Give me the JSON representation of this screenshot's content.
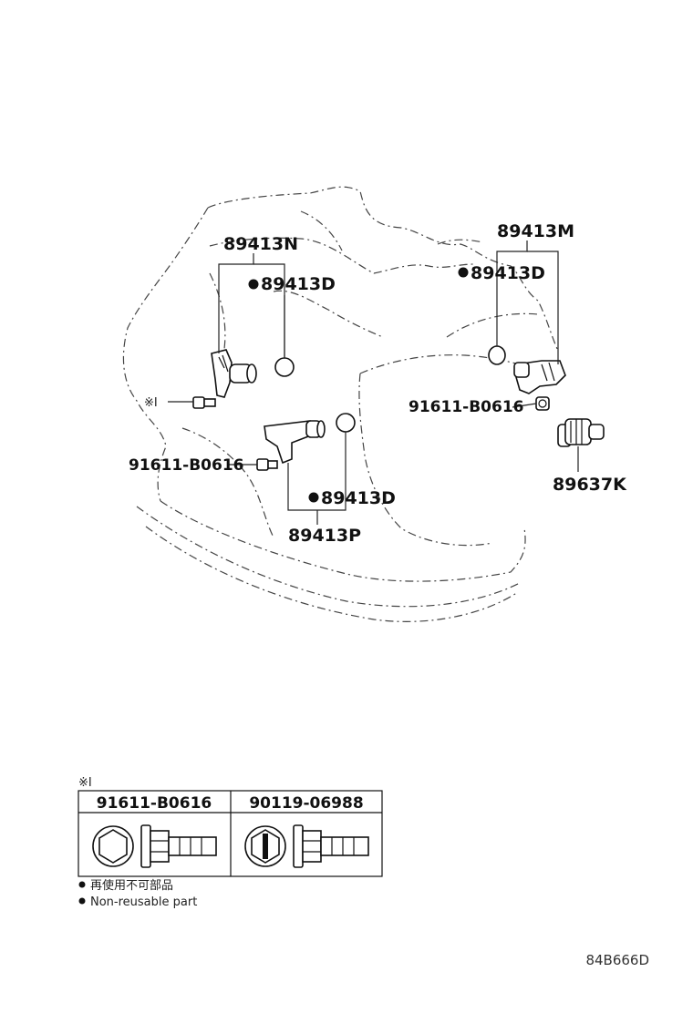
{
  "callouts": {
    "sensor_n": "89413N",
    "oring_n": "89413D",
    "sensor_m": "89413M",
    "oring_m": "89413D",
    "bolt_m": "91611-B0616",
    "sensor_k": "89637K",
    "bolt_p": "91611-B0616",
    "oring_p": "89413D",
    "sensor_p": "89413P",
    "note_mark": "※Ⅰ"
  },
  "fastener_table": {
    "title_mark": "※Ⅰ",
    "columns": [
      "91611-B0616",
      "90119-06988"
    ]
  },
  "legend": {
    "items": [
      "再使用不可部品",
      "Non-reusable part"
    ]
  },
  "reference_code": "84B666D"
}
